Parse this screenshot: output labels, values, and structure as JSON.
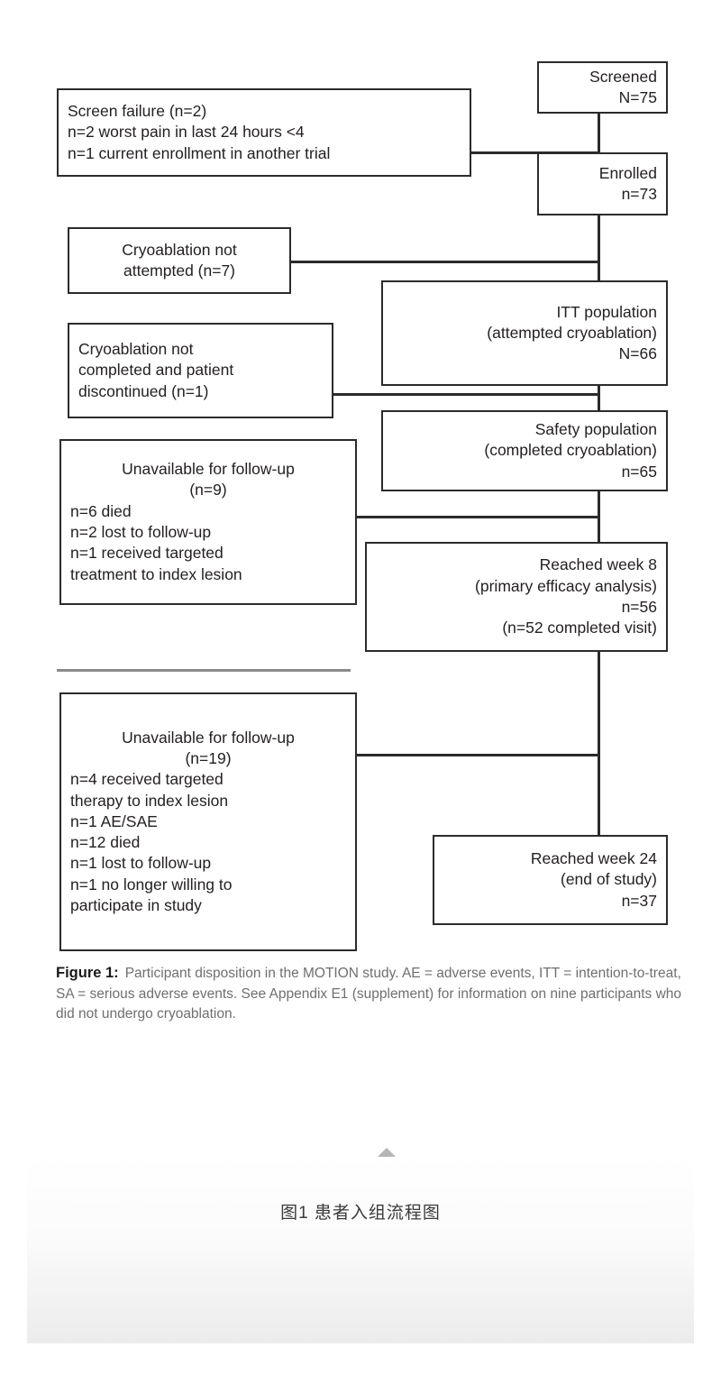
{
  "figure": {
    "label": "Figure 1:",
    "caption": "Participant disposition in the MOTION study. AE = adverse events, ITT = intention-to-treat, SA = serious adverse events. See Appendix E1 (supplement) for information on nine participants who did not undergo cryoablation.",
    "zh_caption": "图1  患者入组流程图",
    "collapse_icon": "triangle-up-icon"
  },
  "colors": {
    "node_border": "#2b2b2b",
    "node_fill": "#ffffff",
    "text": "#231f20",
    "caption_text": "#6f6f6f",
    "divider": "#8a8a8a",
    "triangle": "#b5b5b5"
  },
  "flow": {
    "screened": {
      "name": "Screened",
      "lines": [
        "Screened",
        "N=75"
      ],
      "count_label": "N=75"
    },
    "screen_failure": {
      "name": "Screen failure",
      "lines": [
        "Screen failure (n=2)",
        "  n=2 worst pain in last 24 hours <4",
        "  n=1 current enrollment in another trial"
      ]
    },
    "enrolled": {
      "name": "Enrolled",
      "lines": [
        "Enrolled",
        "n=73"
      ],
      "count_label": "n=73"
    },
    "cryo_not_attempted": {
      "name": "Cryoablation not attempted",
      "lines": [
        "Cryoablation not",
        "attempted (n=7)"
      ]
    },
    "itt_population": {
      "name": "ITT population",
      "lines": [
        "ITT population",
        "(attempted cryoablation)",
        "N=66"
      ],
      "count_label": "N=66"
    },
    "cryo_not_completed": {
      "name": "Cryoablation not completed and patient discontinued",
      "lines": [
        "Cryoablation not",
        "completed and patient",
        "discontinued (n=1)"
      ]
    },
    "safety_population": {
      "name": "Safety population",
      "lines": [
        "Safety population",
        "(completed cryoablation)",
        "n=65"
      ],
      "count_label": "n=65"
    },
    "unavailable_9": {
      "name": "Unavailable for follow-up n=9",
      "header": [
        "Unavailable for follow-up",
        "(n=9)"
      ],
      "items": [
        "n=6 died",
        "n=2 lost to follow-up",
        "n=1 received targeted",
        "treatment to index lesion"
      ]
    },
    "reached_week_8": {
      "name": "Reached week 8",
      "lines": [
        "Reached week 8",
        "(primary efficacy analysis)",
        "n=56",
        "(n=52 completed visit)"
      ],
      "count_label": "n=56"
    },
    "unavailable_19": {
      "name": "Unavailable for follow-up n=19",
      "header": [
        "Unavailable for follow-up",
        "(n=19)"
      ],
      "items": [
        "n=4 received targeted",
        "therapy to index lesion",
        "n=1 AE/SAE",
        "n=12 died",
        "n=1 lost to follow-up",
        "n=1 no longer willing to",
        "participate in study"
      ]
    },
    "reached_week_24": {
      "name": "Reached week 24",
      "lines": [
        "Reached week 24",
        "(end of study)",
        "n=37"
      ],
      "count_label": "n=37"
    }
  }
}
